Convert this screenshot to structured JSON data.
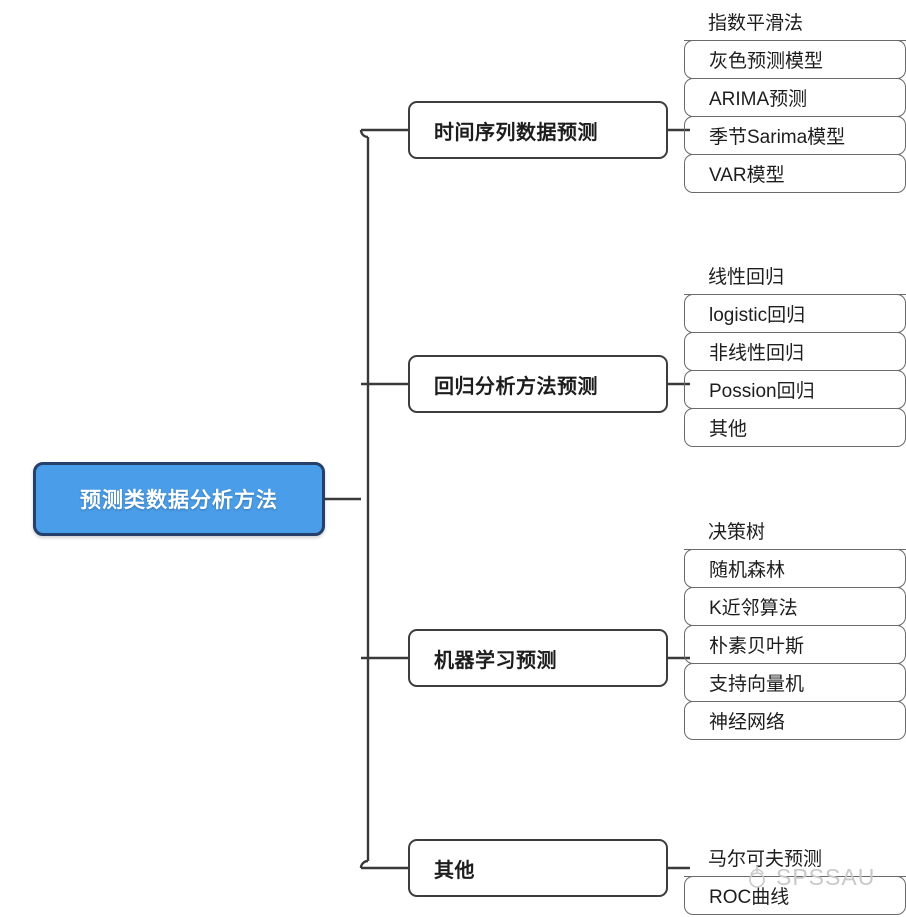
{
  "diagram": {
    "type": "mindmap",
    "orientation": "left-to-right",
    "root": {
      "label": "预测类数据分析方法",
      "fill_color": "#4a9de8",
      "border_color": "#24406b",
      "text_color": "#ffffff"
    },
    "branch_style": {
      "border_color": "#3d3d3d",
      "text_color": "#1d1d1d"
    },
    "leaf_style": {
      "border_color": "#6a6a6a",
      "text_color": "#1d1d1d"
    },
    "connector_color": "#3a3a3a",
    "branches": [
      {
        "label": "时间序列数据预测",
        "leaves": [
          "指数平滑法",
          "灰色预测模型",
          "ARIMA预测",
          "季节Sarima模型",
          "VAR模型"
        ]
      },
      {
        "label": "回归分析方法预测",
        "leaves": [
          "线性回归",
          "logistic回归",
          "非线性回归",
          "Possion回归",
          "其他"
        ]
      },
      {
        "label": "机器学习预测",
        "leaves": [
          "决策树",
          "随机森林",
          "K近邻算法",
          "朴素贝叶斯",
          "支持向量机",
          "神经网络"
        ]
      },
      {
        "label": "其他",
        "leaves": [
          "马尔可夫预测",
          "ROC曲线"
        ]
      }
    ]
  },
  "watermark": {
    "text": "SPSSAU",
    "icon": "spssau-logo-icon",
    "color": "#c9c9c9"
  }
}
